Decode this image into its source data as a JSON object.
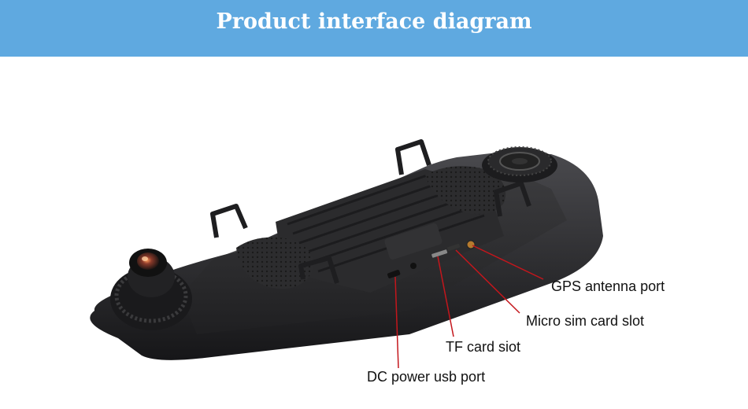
{
  "header": {
    "title": "Product interface diagram"
  },
  "colors": {
    "banner": "#5fa9e0",
    "callout_line": "#c4161c",
    "device_body": "#2a2a2c"
  },
  "device": {
    "icons": [
      "dash-cam-mirror-icon",
      "front-camera-lens-icon",
      "rear-mount-clip-icon",
      "speaker-grille-icon"
    ]
  },
  "callouts": [
    {
      "id": "gps",
      "label": "GPS  antenna port"
    },
    {
      "id": "sim",
      "label": "Micro sim card slot"
    },
    {
      "id": "tf",
      "label": "TF card siot"
    },
    {
      "id": "dc",
      "label": "DC power usb port"
    }
  ]
}
